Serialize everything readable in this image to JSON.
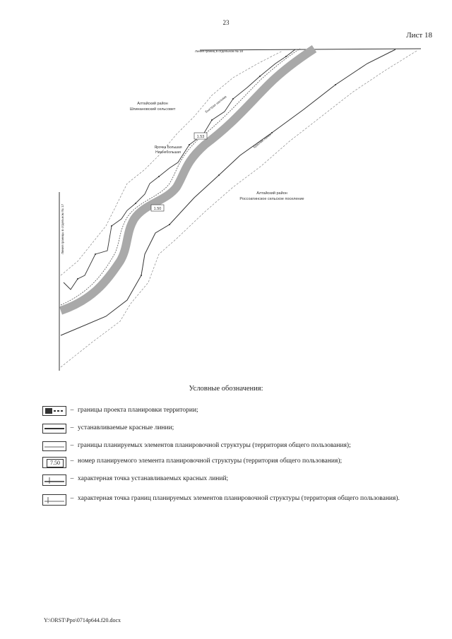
{
  "header": {
    "page_number": "23",
    "sheet_label": "Лист 18"
  },
  "map": {
    "labels": {
      "district_north": "Алтайский район",
      "council_north": "Шпинановский сельсовет",
      "district_south": "Алтайский район",
      "council_south": "Россоатинское сельское поселение",
      "river": "Быстрая шалыма",
      "planning_area": "Ярочка Большая",
      "planning_area_sub": "Нижнебольшая",
      "boundary_top": "Линия границ в отдельном № 18",
      "boundary_left": "Линия границы в отдельном № 17",
      "road_label": "Красная линия"
    },
    "element_numbers": [
      "1.50",
      "1.53"
    ]
  },
  "legend": {
    "title": "Условные обозначения:",
    "items": [
      {
        "icon": "project-boundary-icon",
        "dash": "–",
        "text": "границы проекта планировки территории;"
      },
      {
        "icon": "red-line-icon",
        "dash": "–",
        "text": "устанавливаемые красные линии;"
      },
      {
        "icon": "element-boundary-icon",
        "dash": "–",
        "text": "границы планируемых элементов планировочной структуры (территория общего пользования);"
      },
      {
        "icon": "element-number-icon",
        "dash": "–",
        "text": "номер планируемого элемента планировочной структуры (территория общего пользования);",
        "badge": "7.50"
      },
      {
        "icon": "red-line-point-icon",
        "dash": "–",
        "text": "характерная точка устанавливаемых красных линий;"
      },
      {
        "icon": "element-point-icon",
        "dash": "–",
        "text": "характерная точка границ планируемых элементов планировочной структуры (территория общего пользования)."
      }
    ]
  },
  "footer": {
    "path": "Y:\\ORST\\Ppo\\0714p644.f20.docx"
  },
  "colors": {
    "river": "#a9a9a9",
    "line": "#333333"
  }
}
